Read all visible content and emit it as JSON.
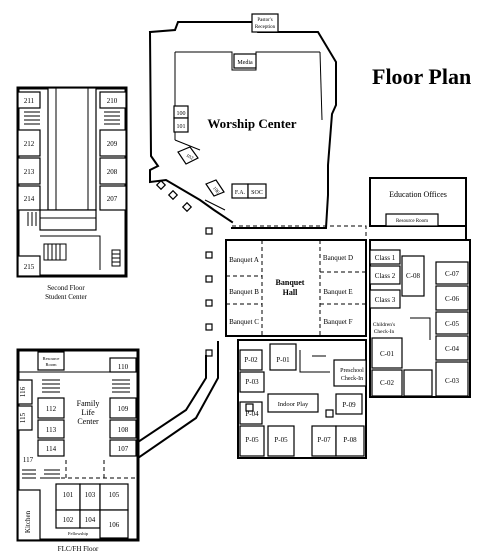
{
  "title": "Floor Plan",
  "worship": {
    "name": "Worship Center",
    "pastors_reception": [
      "Pastor's",
      "Reception"
    ],
    "media": "Media",
    "room_100": "100",
    "room_101": "101",
    "room_102": "102",
    "room_106": "106",
    "fa": "F.A.",
    "soc": "SOC"
  },
  "education": {
    "offices": "Education Offices",
    "resource_room": "Resource Room",
    "class_1": "Class 1",
    "class_2": "Class 2",
    "class_3": "Class 3",
    "c08": "C-08",
    "c07": "C-07",
    "c06": "C-06",
    "c05": "C-05",
    "c04": "C-04",
    "c03": "C-03",
    "c02": "C-02",
    "c01": "C-01",
    "childrens_checkin": [
      "Children's",
      "Check-In"
    ]
  },
  "banquet": {
    "hall": [
      "Banquet",
      "Hall"
    ],
    "a": "Banquet A",
    "b": "Banquet B",
    "c": "Banquet C",
    "d": "Banquet D",
    "e": "Banquet E",
    "f": "Banquet F"
  },
  "preschool": {
    "p01": "P-01",
    "p02": "P-02",
    "p03": "P-03",
    "p04": "P-04",
    "p05a": "P-05",
    "p05b": "P-05",
    "p07": "P-07",
    "p08": "P-08",
    "p09": "P-09",
    "indoor_play": "Indoor Play",
    "checkin": [
      "Preschool",
      "Check-In"
    ]
  },
  "second_floor": {
    "caption": [
      "Second Floor",
      "Student Center"
    ],
    "rooms": [
      "211",
      "210",
      "212",
      "209",
      "213",
      "208",
      "214",
      "207",
      "215"
    ]
  },
  "family_life": {
    "center": [
      "Family",
      "Life",
      "Center"
    ],
    "resource_room": [
      "Resource",
      "Room"
    ],
    "rooms_top": [
      "110",
      "112",
      "109",
      "113",
      "108",
      "114",
      "107",
      "116",
      "115",
      "117"
    ],
    "rooms_bottom": [
      "101",
      "103",
      "105",
      "102",
      "104",
      "106"
    ],
    "kitchen": "Kitchen",
    "fellowship": "Fellowship",
    "caption": "FLC/FH Floor"
  }
}
